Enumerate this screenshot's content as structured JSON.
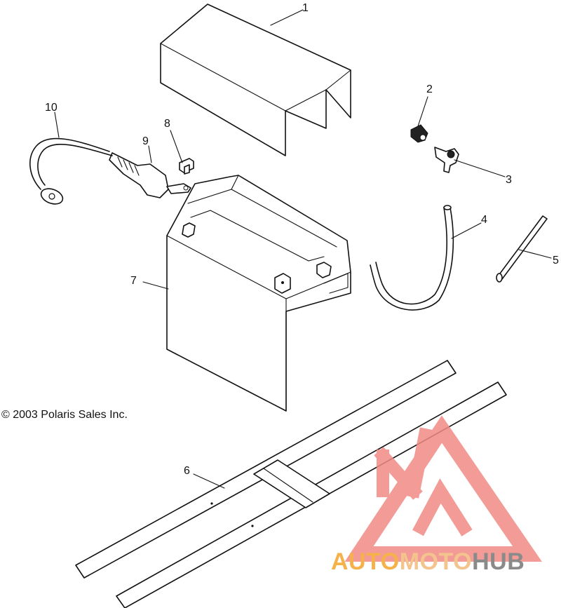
{
  "copyright": "© 2003 Polaris Sales Inc.",
  "callouts": [
    {
      "id": "1",
      "label": "1"
    },
    {
      "id": "2",
      "label": "2"
    },
    {
      "id": "3",
      "label": "3"
    },
    {
      "id": "4",
      "label": "4"
    },
    {
      "id": "5",
      "label": "5"
    },
    {
      "id": "6",
      "label": "6"
    },
    {
      "id": "7",
      "label": "7"
    },
    {
      "id": "8",
      "label": "8"
    },
    {
      "id": "9",
      "label": "9"
    },
    {
      "id": "10",
      "label": "10"
    }
  ],
  "watermark": {
    "part1": "AUTO",
    "part2": "MOTO",
    "part3": "HUB",
    "logo_color": "#f28a84",
    "part1_color": "#f6b24a",
    "part2_color": "#f3c48d",
    "part3_color": "#8a8a8a"
  }
}
